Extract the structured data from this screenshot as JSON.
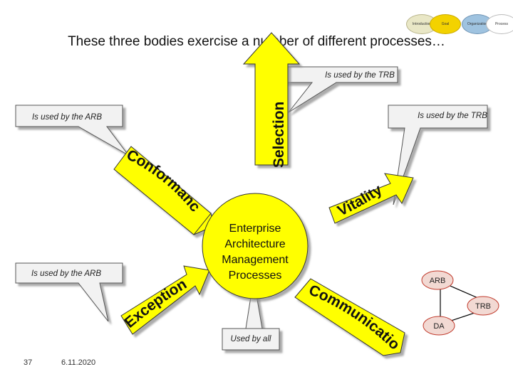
{
  "title": "These three bodies exercise a number of different processes…",
  "nav": [
    "Introduction",
    "Goal",
    "Organization",
    "Process"
  ],
  "center": [
    "Enterprise",
    "Architecture",
    "Management",
    "Processes"
  ],
  "processes": {
    "selection": "Selection",
    "conformance": "Conformance",
    "vitality": "Vitality",
    "exceptions": "Exceptions",
    "communication": "Communication"
  },
  "callouts": {
    "top": "Is used by the TRB",
    "right": "Is used by the TRB",
    "left_top": "Is used by the ARB",
    "left_bottom": "Is used by the ARB",
    "bottom": "Used by all"
  },
  "bodies": [
    "ARB",
    "TRB",
    "DA"
  ],
  "footer": {
    "page": "37",
    "date": "6.11.2020"
  },
  "colors": {
    "arrow": "#ffff00",
    "callout": "#f2f2f2",
    "node": "#f2d9d3",
    "node_border": "#c0392b",
    "link": "#000000"
  }
}
